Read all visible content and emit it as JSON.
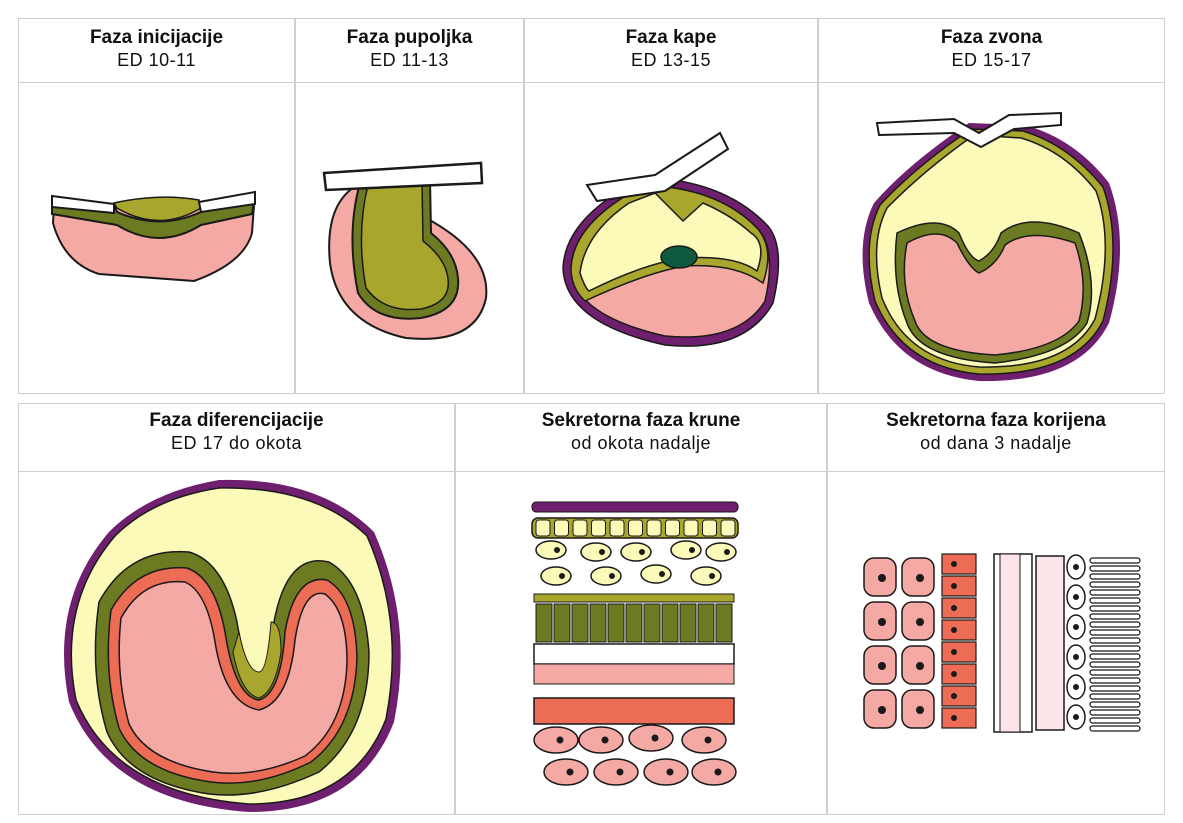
{
  "colors": {
    "pink": "#f4a9a5",
    "olive": "#a9a62e",
    "dark_olive": "#6c7a22",
    "pale_yellow": "#fcfab9",
    "purple": "#6e1f6e",
    "salmon": "#ec6c55",
    "dark_green": "#0f5a3f",
    "outline": "#1a1a1a"
  },
  "stages": [
    {
      "title": "Faza inicijacije",
      "subtitle": "ED 10-11"
    },
    {
      "title": "Faza pupoljka",
      "subtitle": "ED 11-13"
    },
    {
      "title": "Faza kape",
      "subtitle": "ED 13-15"
    },
    {
      "title": "Faza zvona",
      "subtitle": "ED 15-17"
    },
    {
      "title": "Faza diferencijacije",
      "subtitle": "ED 17 do okota"
    },
    {
      "title": "Sekretorna faza krune",
      "subtitle": "od okota nadalje"
    },
    {
      "title": "Sekretorna faza korijena",
      "subtitle": "od dana 3 nadalje"
    }
  ]
}
